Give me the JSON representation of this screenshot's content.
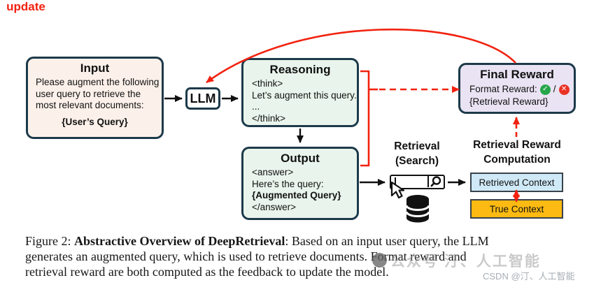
{
  "colors": {
    "node_border": "#1d3a4a",
    "accent_red": "#f2220f",
    "input_bg": "#fcf1ea",
    "process_bg": "#e9f5ec",
    "reward_bg": "#e9e3f3",
    "retrieved_bg": "#cfe9f7",
    "true_bg": "#fcba12",
    "check_green": "#27a649",
    "cross_red": "#ea3224"
  },
  "update_label": "update",
  "input_box": {
    "title": "Input",
    "body": "Please augment the following\nuser query to retrieve the\nmost relevant documents:",
    "query": "{User’s Query}"
  },
  "llm_box": {
    "label": "LLM"
  },
  "reasoning_box": {
    "title": "Reasoning",
    "open_tag": "<think>",
    "line": "Let’s augment this query.",
    "ellipsis": "...",
    "close_tag": "</think>"
  },
  "output_box": {
    "title": "Output",
    "open_tag": "<answer>",
    "line": "Here’s the query:",
    "query": "{Augmented Query}",
    "close_tag": "</answer>"
  },
  "retrieval": {
    "label_line1": "Retrieval",
    "label_line2": "(Search)"
  },
  "final_reward_box": {
    "title": "Final Reward",
    "format_label": "Format Reward:",
    "check_icon": "✓",
    "separator": "/",
    "cross_icon": "✕",
    "retrieval_label": "{Retrieval Reward}"
  },
  "reward_computation": {
    "label_line1": "Retrieval Reward",
    "label_line2": "Computation",
    "retrieved_context": "Retrieved Context",
    "true_context": "True Context"
  },
  "caption": {
    "prefix": "Figure 2: ",
    "bold": "Abstractive Overview of DeepRetrieval",
    "line1_rest": ": Based on an input user query, the LLM",
    "line2": "generates an augmented query, which is used to retrieve documents. Format reward and",
    "line3": "retrieval reward are both computed as the feedback to update the model."
  },
  "watermark": {
    "main": "公众号 汀、人工智能",
    "sub": "CSDN @汀、人工智能"
  }
}
